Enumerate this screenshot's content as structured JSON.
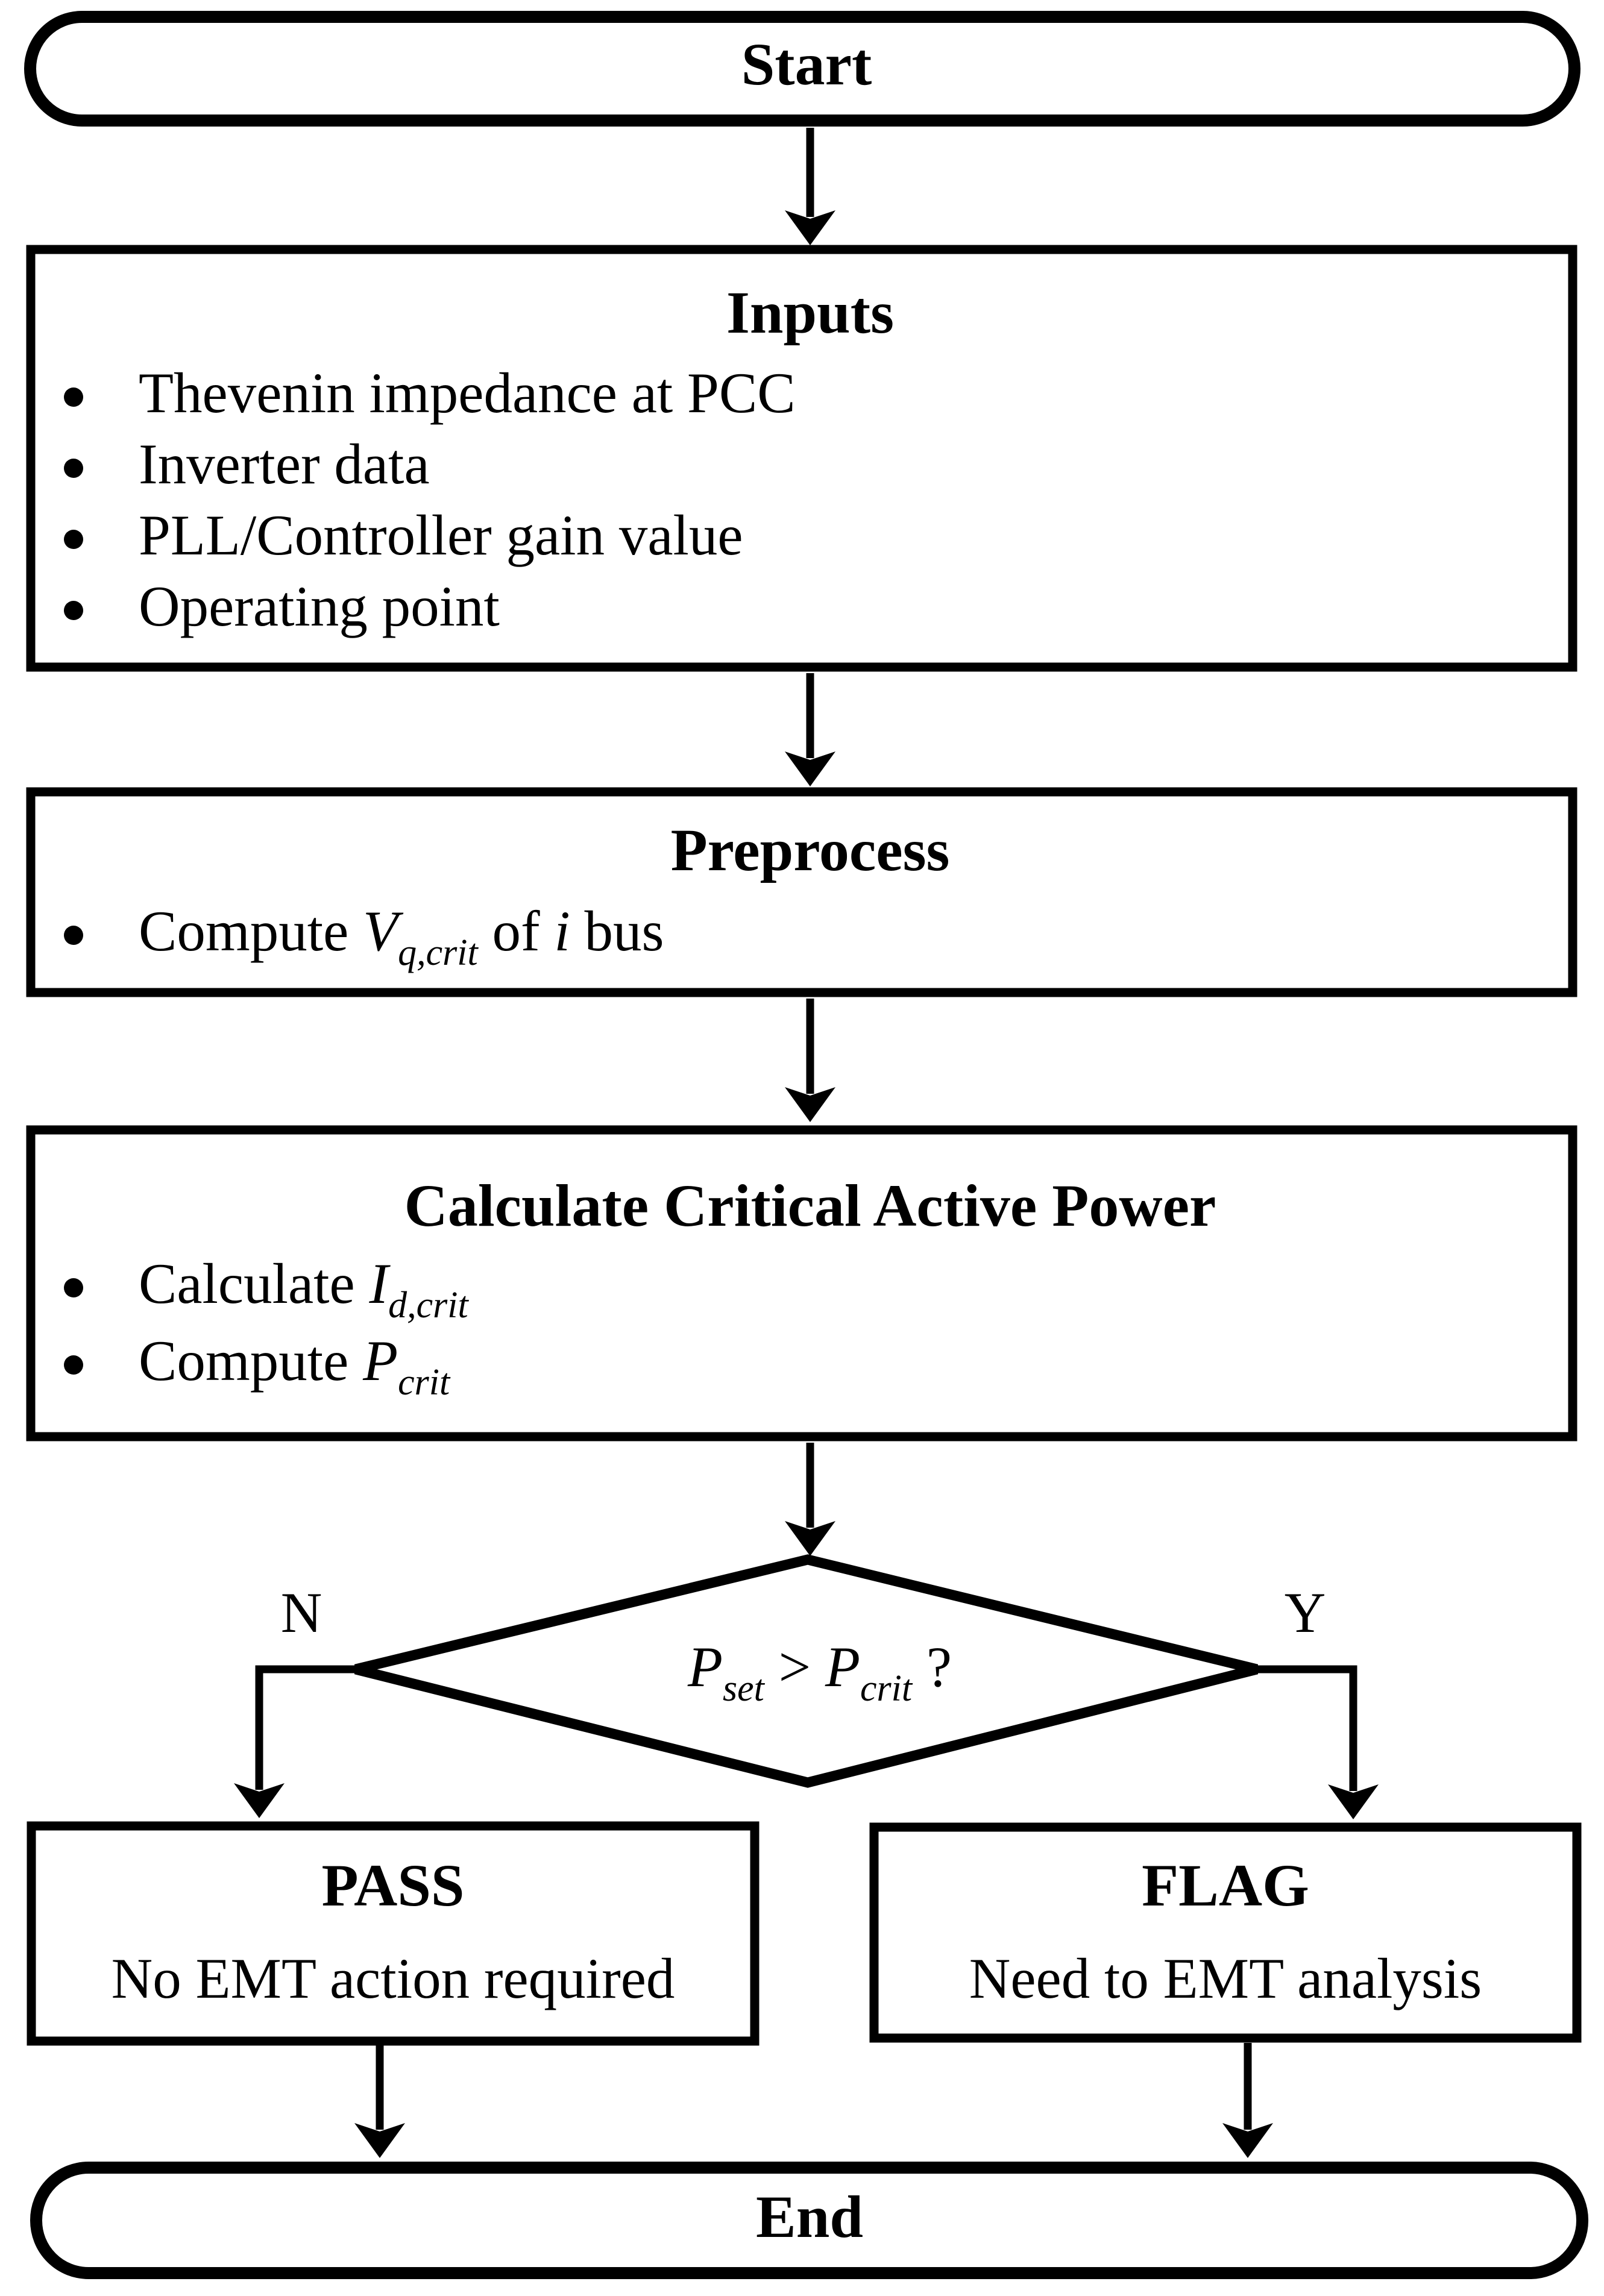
{
  "flowchart": {
    "start": {
      "label": "Start"
    },
    "inputs": {
      "title": "Inputs",
      "bullets": [
        "Thevenin impedance at PCC",
        "Inverter data",
        "PLL/Controller gain value",
        "Operating point"
      ]
    },
    "preprocess": {
      "title": "Preprocess",
      "bullet": {
        "prefix": "Compute ",
        "var": "V",
        "sub": "q,crit",
        "mid": " of ",
        "var2": "i",
        "suffix": " bus"
      }
    },
    "calc": {
      "title": "Calculate Critical Active Power",
      "bullets": [
        {
          "prefix": "Calculate ",
          "var": "I",
          "sub": "d,crit"
        },
        {
          "prefix": "Compute ",
          "var": "P",
          "sub": "crit"
        }
      ]
    },
    "decision": {
      "var1": "P",
      "sub1": "set",
      "op": " > ",
      "var2": "P",
      "sub2": "crit",
      "suffix": " ?",
      "no_label": "N",
      "yes_label": "Y"
    },
    "pass": {
      "title": "PASS",
      "subtitle": "No EMT action required"
    },
    "flag": {
      "title": "FLAG",
      "subtitle": "Need to EMT analysis"
    },
    "end": {
      "label": "End"
    }
  },
  "colors": {
    "stroke": "#000000",
    "background": "#ffffff"
  }
}
